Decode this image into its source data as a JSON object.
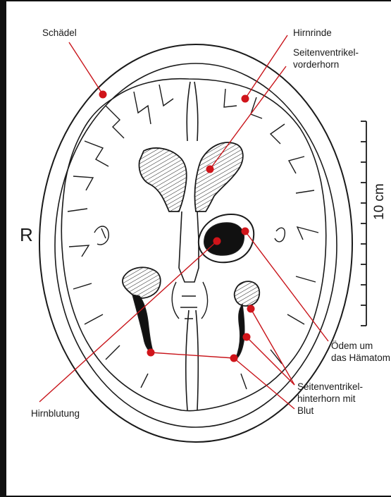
{
  "labels": {
    "schaedel": "Schädel",
    "hirnrinde": "Hirnrinde",
    "vorderhorn_1": "Seitenventrikel-",
    "vorderhorn_2": "vorderhorn",
    "oedem_1": "Ödem um",
    "oedem_2": "das Hämatom",
    "hinterhorn_1": "Seitenventrikel-",
    "hinterhorn_2": "hinterhorn mit",
    "blut": "Blut",
    "hirnblutung": "Hirnblutung"
  },
  "side_marker": "R",
  "scale_label": "10 cm",
  "colors": {
    "marker": "#d0141a",
    "line": "#c8141a",
    "outline": "#1a1a1a",
    "hematoma": "#111111"
  }
}
